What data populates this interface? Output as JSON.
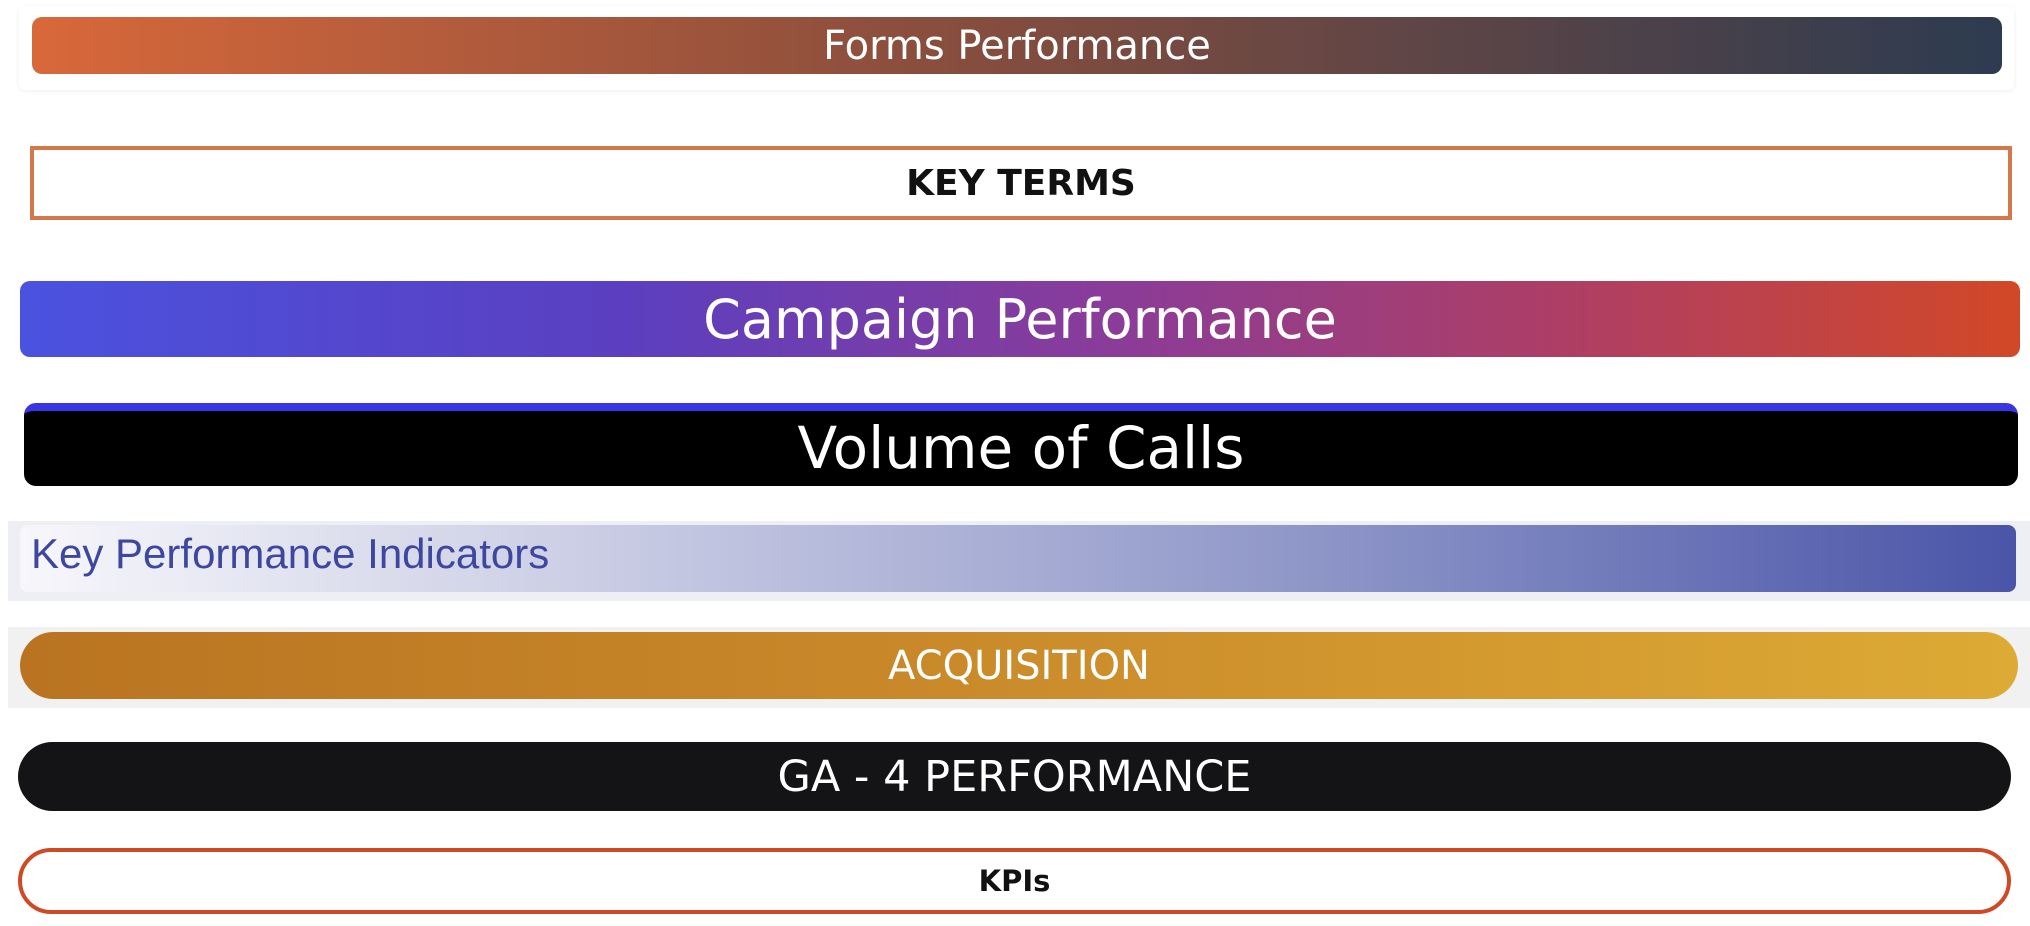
{
  "banners": {
    "forms_performance": {
      "label": "Forms Performance",
      "gradient": [
        "#d8683a",
        "#2d3b50"
      ]
    },
    "key_terms": {
      "label": "KEY TERMS",
      "border_color": "#d4784a"
    },
    "campaign_performance": {
      "label": "Campaign Performance",
      "gradient": [
        "#4a52df",
        "#6a3bb6",
        "#b23f5e",
        "#d24826"
      ]
    },
    "volume_of_calls": {
      "label": "Volume of Calls",
      "accent_color": "#3a35e4"
    },
    "key_performance_indicators": {
      "label": "Key Performance Indicators",
      "gradient": [
        "#f7f7fb",
        "#4a55a8"
      ],
      "text_color": "#3d47a0"
    },
    "acquisition": {
      "label": "ACQUISITION",
      "gradient": [
        "#ba7421",
        "#ddaa35"
      ]
    },
    "ga4_performance": {
      "label": "GA - 4 PERFORMANCE",
      "background": "#141417"
    },
    "kpis": {
      "label": "KPIs",
      "border_color": "#cf4a24"
    }
  }
}
